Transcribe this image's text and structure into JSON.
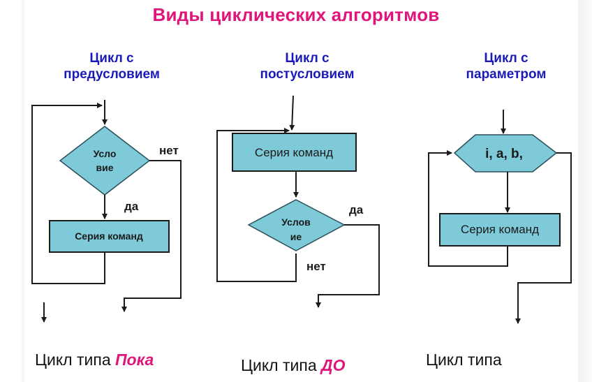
{
  "title": "Виды циклических алгоритмов",
  "colors": {
    "title": "#e0157a",
    "heading": "#1a1ab8",
    "shape_fill": "#7ecad8",
    "stroke": "#1a1a1a",
    "emphasis": "#e0157a"
  },
  "columns": [
    {
      "heading_line1": "Цикл с",
      "heading_line2": "предусловием",
      "condition_line1": "Усло",
      "condition_line2": "вие",
      "process": "Серия команд",
      "label_yes": "да",
      "label_no": "нет",
      "caption_text": "Цикл типа",
      "caption_emphasis": "Пока"
    },
    {
      "heading_line1": "Цикл с",
      "heading_line2": "постусловием",
      "process": "Серия команд",
      "condition_line1": "Услов",
      "condition_line2": "ие",
      "label_yes": "да",
      "label_no": "нет",
      "caption_text": "Цикл типа",
      "caption_emphasis": "ДО"
    },
    {
      "heading_line1": "Цикл с",
      "heading_line2": "параметром",
      "parameter": "i, a, b,",
      "process": "Серия команд",
      "caption_text": "Цикл типа",
      "caption_emphasis": ""
    }
  ]
}
